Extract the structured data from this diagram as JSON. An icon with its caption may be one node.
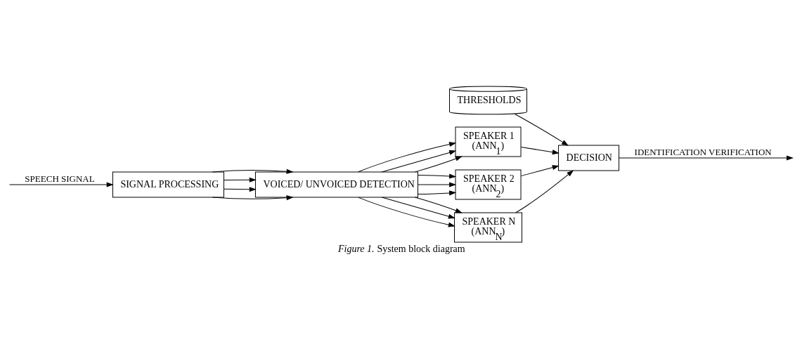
{
  "diagram": {
    "caption": "*Figure 1.* System block diagram",
    "nodes": [
      {
        "text": [
          "SIGNAL PROCESSING"
        ]
      },
      {
        "text": [
          "VOICED/ UNVOICED DETECTION"
        ]
      },
      {
        "text": [
          "SPEAKER 1",
          "(ANN$_{1}$)"
        ]
      },
      {
        "text": [
          "SPEAKER 2",
          "(ANN$_{2}$)"
        ]
      },
      {
        "text": [
          "SPEAKER N",
          "(ANN$_{N}$)"
        ]
      },
      {
        "text": [
          "DECISION"
        ]
      },
      {
        "text": [
          "THRESHOLDS"
        ]
      }
    ],
    "edges": [
      {
        "from": null,
        "to": 0,
        "arrow": "to",
        "label": "SPEECH SIGNAL"
      },
      {
        "from": 0,
        "to": 1,
        "arrow": "to"
      },
      {
        "from": 0,
        "to": 1,
        "arrow": "to"
      },
      {
        "from": 0,
        "to": 1,
        "arrow": "to"
      },
      {
        "from": 0,
        "to": 1,
        "arrow": "to"
      },
      {
        "from": 1,
        "to": 2,
        "arrow": "to"
      },
      {
        "from": 1,
        "to": 2,
        "arrow": "to"
      },
      {
        "from": 1,
        "to": 2,
        "arrow": "to"
      },
      {
        "from": 1,
        "to": 3,
        "arrow": "to"
      },
      {
        "from": 1,
        "to": 3,
        "arrow": "to"
      },
      {
        "from": 1,
        "to": 3,
        "arrow": "to"
      },
      {
        "from": 1,
        "to": 4,
        "arrow": "to"
      },
      {
        "from": 1,
        "to": 4,
        "arrow": "to"
      },
      {
        "from": 1,
        "to": 4,
        "arrow": "to"
      },
      {
        "from": 2,
        "to": 5,
        "arrow": "to"
      },
      {
        "from": 3,
        "to": 5,
        "arrow": "to"
      },
      {
        "from": 4,
        "to": 5,
        "arrow": "to"
      },
      {
        "from": 6,
        "to": 5,
        "arrow": "to"
      },
      {
        "from": 5,
        "to": null,
        "arrow": "to",
        "label": "IDENTIFICATION VERIFICATION"
      }
    ]
  }
}
